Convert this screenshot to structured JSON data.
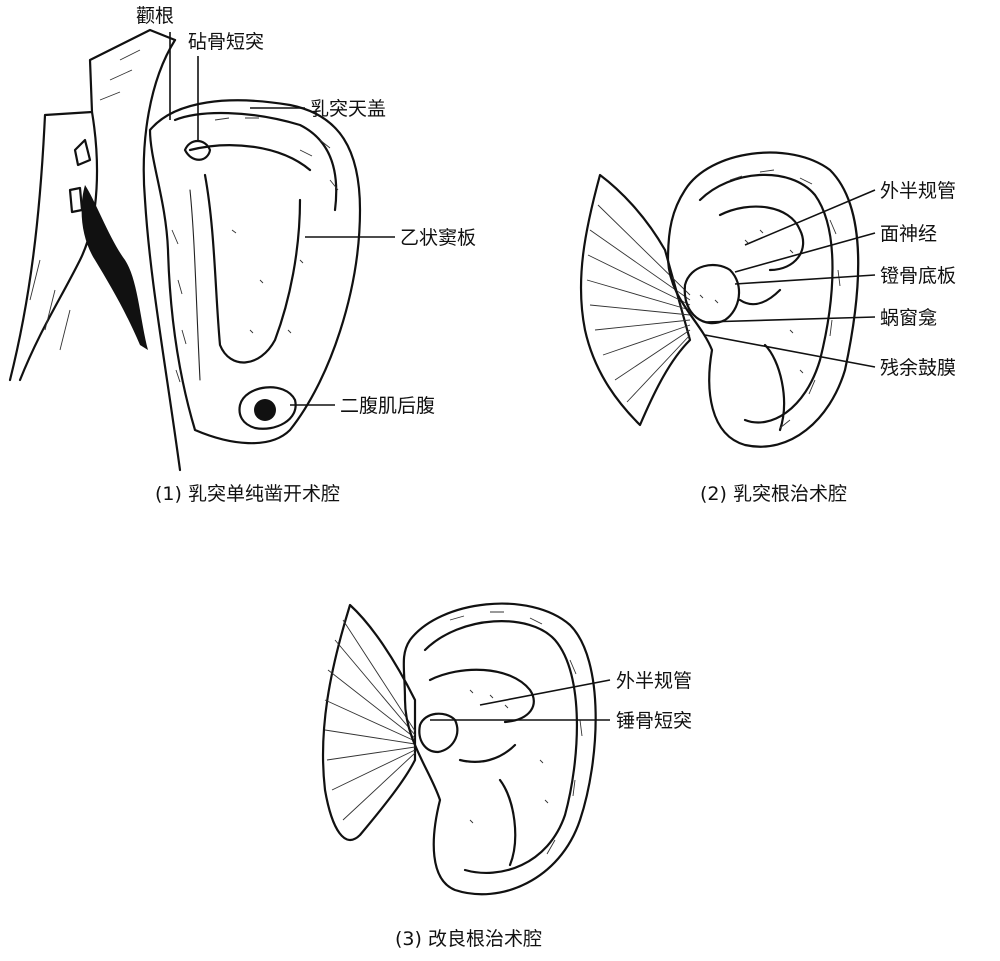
{
  "figures": [
    {
      "caption": "(1) 乳突单纯凿开术腔",
      "labels": {
        "zygomatic_root": "颧根",
        "incus_short_process": "砧骨短突",
        "mastoid_tegmen": "乳突天盖",
        "sigmoid_sinus_plate": "乙状窦板",
        "digastric_posterior_belly": "二腹肌后腹"
      }
    },
    {
      "caption": "(2) 乳突根治术腔",
      "labels": {
        "lateral_semicircular_canal": "外半规管",
        "facial_nerve": "面神经",
        "stapes_footplate": "镫骨底板",
        "round_window_niche": "蜗窗龛",
        "residual_tympanic_membrane": "残余鼓膜"
      }
    },
    {
      "caption": "(3) 改良根治术腔",
      "labels": {
        "lateral_semicircular_canal": "外半规管",
        "malleus_short_process": "锤骨短突"
      }
    }
  ]
}
